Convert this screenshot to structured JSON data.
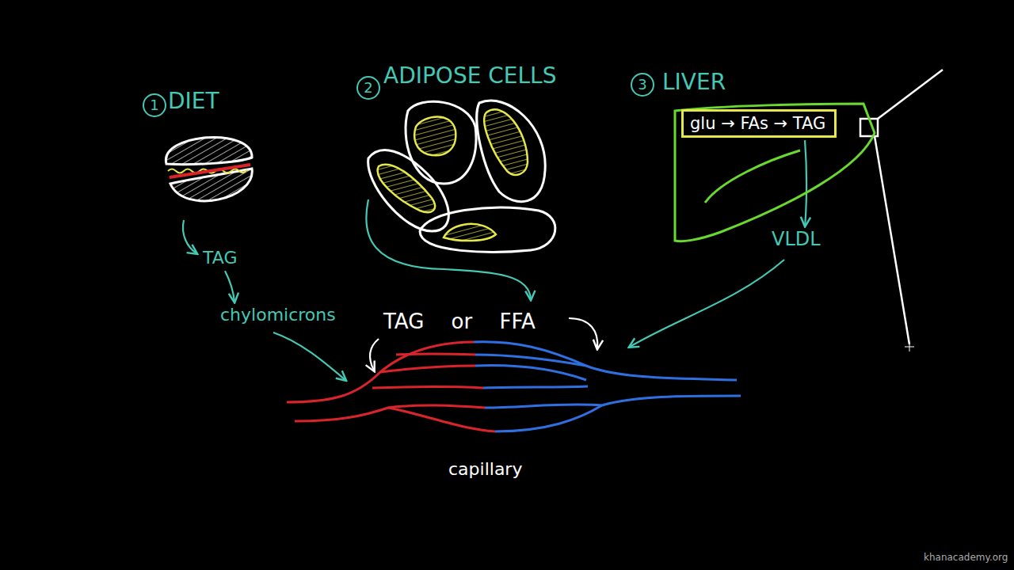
{
  "diagram": {
    "nodes": [
      {
        "text": [
          "LIVER"
        ]
      },
      {
        "text": [
          "glu → FAs → TAG"
        ],
        "in": 0
      },
      {
        "text": [
          "TAG"
        ]
      },
      {
        "text": [
          "chylomicrons"
        ]
      },
      {
        "text": [
          "VLDL"
        ]
      }
    ],
    "edges": [
      {
        "from": 2,
        "to": 3,
        "arrow": "to"
      },
      {
        "from": 1,
        "to": 4,
        "arrow": "to"
      }
    ],
    "labels": [
      "1",
      "DIET",
      "2",
      "ADIPOSE CELLS",
      "3",
      "TAG or FFA",
      "capillary",
      "khanacademy.org"
    ]
  }
}
